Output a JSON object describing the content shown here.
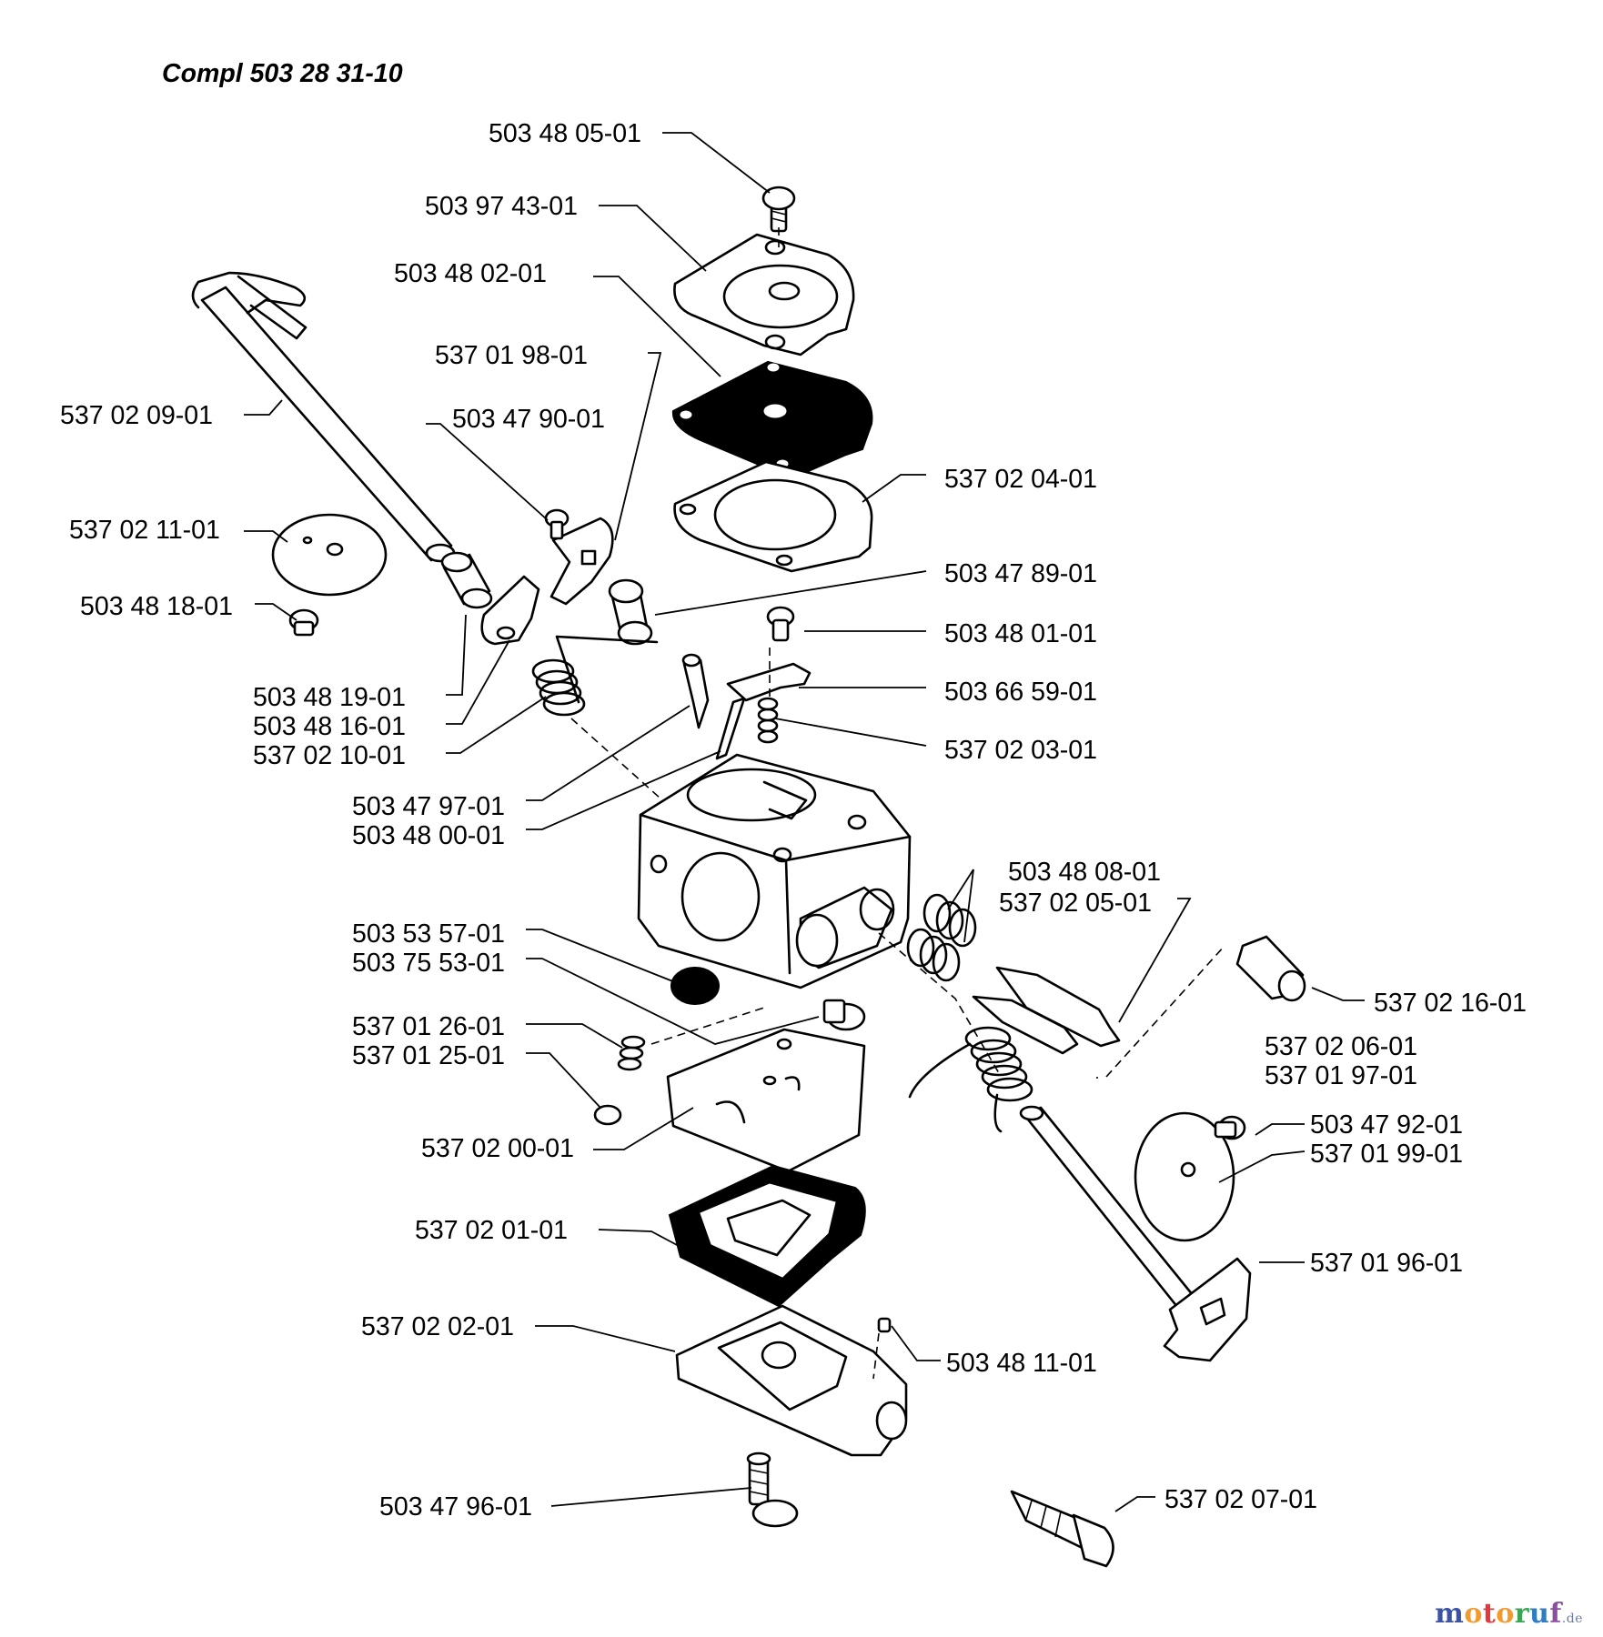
{
  "title": "Compl 503 28 31-10",
  "labels": {
    "p1": "503 48 05-01",
    "p2": "503 97 43-01",
    "p3": "503 48 02-01",
    "p4": "537 01 98-01",
    "p5": "537 02 09-01",
    "p6": "503 47 90-01",
    "p7": "537 02 04-01",
    "p8": "537 02 11-01",
    "p9": "503 47 89-01",
    "p10": "503 48 18-01",
    "p11": "503 48 01-01",
    "p12": "503 66 59-01",
    "p13": "503 48 19-01",
    "p14": "503 48 16-01",
    "p15": "537 02 10-01",
    "p16": "537 02 03-01",
    "p17": "503 47 97-01",
    "p18": "503 48 00-01",
    "p19": "503 48 08-01",
    "p20": "537 02 05-01",
    "p21": "503 53 57-01",
    "p22": "503 75 53-01",
    "p23": "537 02 16-01",
    "p24": "537 01 26-01",
    "p25": "537 01 25-01",
    "p26": "537 02 06-01",
    "p27": "537 01 97-01",
    "p28": "503 47 92-01",
    "p29": "537 01 99-01",
    "p30": "537 02 00-01",
    "p31": "537 02 01-01",
    "p32": "537 01 96-01",
    "p33": "537 02 02-01",
    "p34": "503 48 11-01",
    "p35": "503 47 96-01",
    "p36": "537 02 07-01"
  },
  "watermark": {
    "main": "motoruf",
    "suffix": ".de"
  },
  "colors": {
    "ink": "#000000",
    "background": "#ffffff",
    "wm_m": "#3a53a4",
    "wm_o": "#f29a2e",
    "wm_t": "#e03a3e",
    "wm_r": "#3aa655",
    "wm_u": "#2f7dc2",
    "wm_f": "#8a4fa0"
  }
}
